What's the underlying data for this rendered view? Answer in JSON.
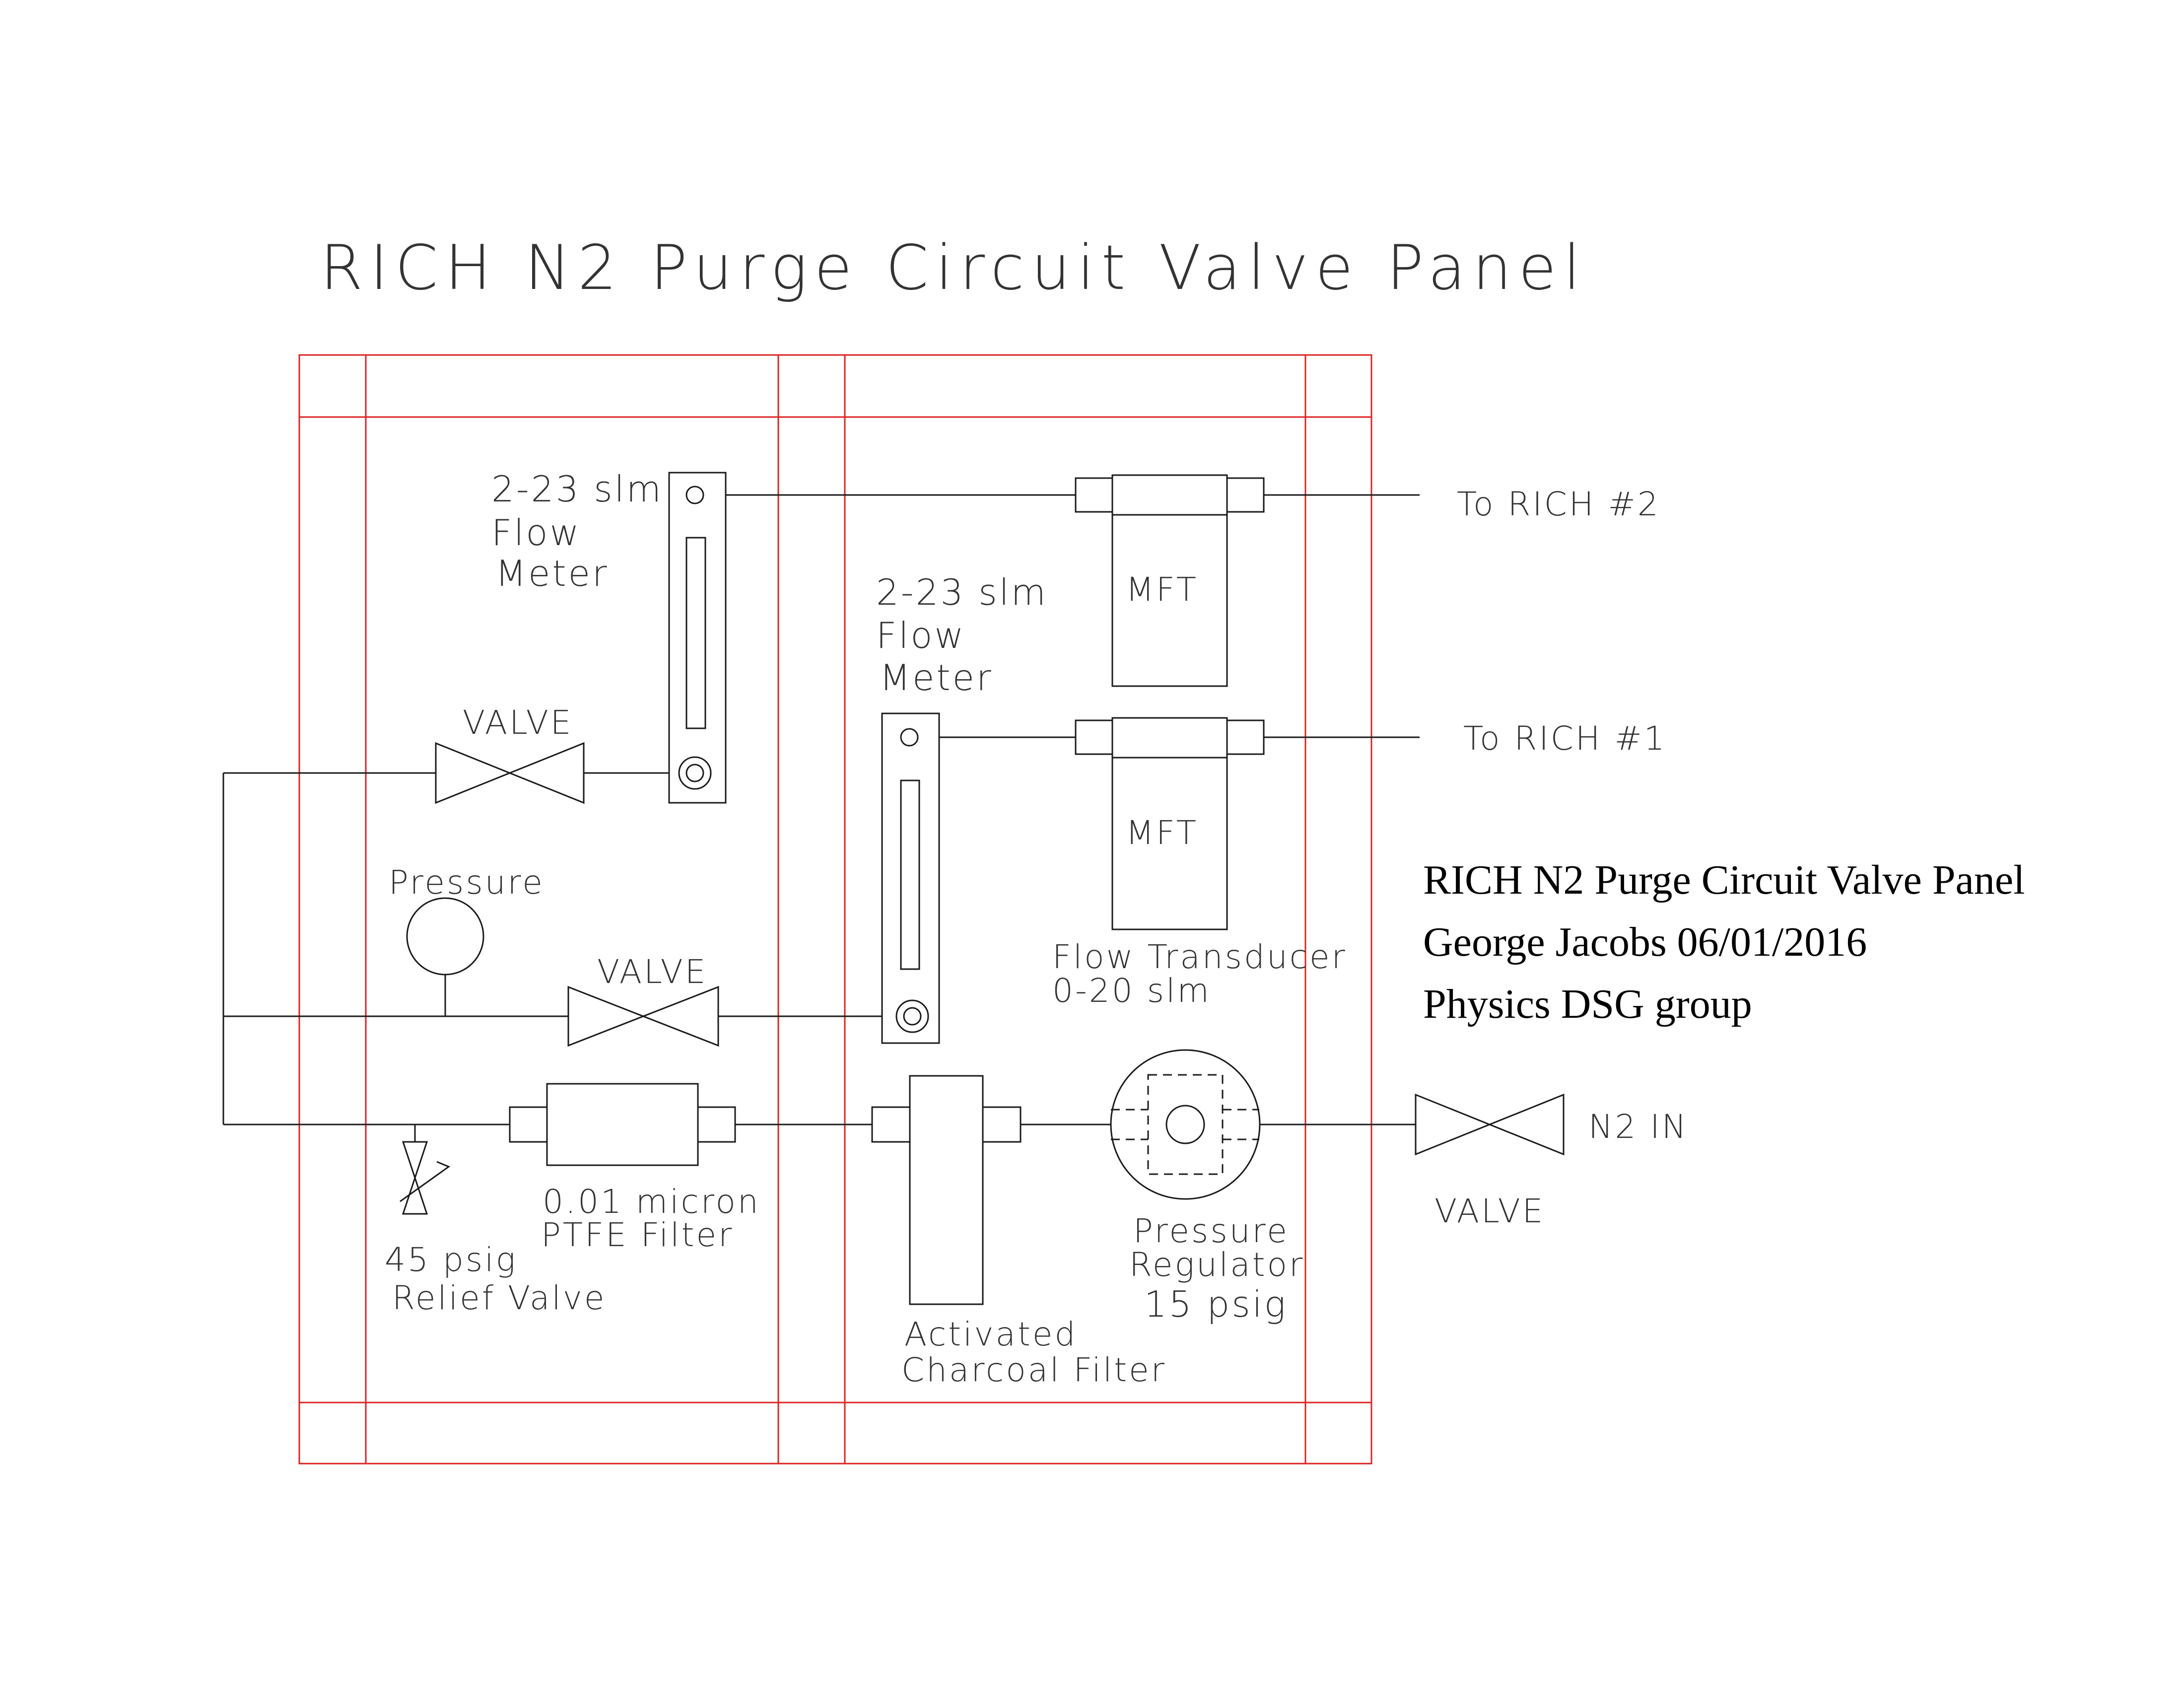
{
  "diagram_title": "RICH N2 Purge Circuit Valve Panel",
  "notes": {
    "line1": "RICH N2 Purge Circuit Valve Panel",
    "line2": "George Jacobs 06/01/2016",
    "line3": "Physics DSG group"
  },
  "components": {
    "flow_meter_upper": {
      "line1": "2-23 slm",
      "line2": "Flow",
      "line3": "Meter"
    },
    "flow_meter_lower": {
      "line1": "2-23 slm",
      "line2": "Flow",
      "line3": "Meter"
    },
    "mft_upper": "MFT",
    "mft_lower": "MFT",
    "flow_transducer": {
      "line1": "Flow Transducer",
      "line2": "0-20 slm"
    },
    "valve_upper": "VALVE",
    "valve_middle": "VALVE",
    "valve_inlet": "VALVE",
    "pressure_gauge": "Pressure",
    "relief_valve": {
      "line1": "45 psig",
      "line2": "Relief Valve"
    },
    "ptfe_filter": {
      "line1": "0.01 micron",
      "line2": "PTFE Filter"
    },
    "charcoal_filter": {
      "line1": "Activated",
      "line2": "Charcoal Filter"
    },
    "pressure_regulator": {
      "line1": "Pressure",
      "line2": "Regulator",
      "line3": "15 psig"
    }
  },
  "ports": {
    "outlet_2": "To RICH #2",
    "outlet_1": "To RICH #1",
    "inlet": "N2 IN"
  },
  "colors": {
    "panel_frame": "#dd2222",
    "linework": "#1a1a1a",
    "cad_text": "#333333",
    "note_text": "#000000"
  }
}
